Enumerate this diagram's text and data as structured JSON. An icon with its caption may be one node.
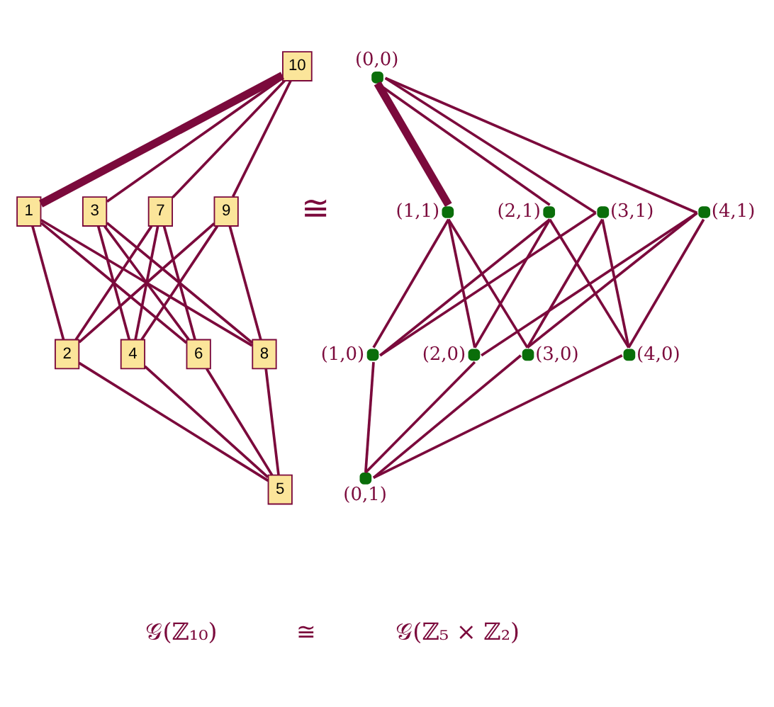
{
  "diagram": {
    "nodes": [
      {
        "text": [
          "10"
        ]
      },
      {
        "text": [
          "1"
        ]
      },
      {
        "text": [
          "3"
        ]
      },
      {
        "text": [
          "7"
        ]
      },
      {
        "text": [
          "9"
        ]
      },
      {
        "text": [
          "2"
        ]
      },
      {
        "text": [
          "4"
        ]
      },
      {
        "text": [
          "6"
        ]
      },
      {
        "text": [
          "8"
        ]
      },
      {
        "text": [
          "5"
        ]
      },
      {
        "text": [],
        "shape": "circle",
        "beside": [
          "(0,0)"
        ]
      },
      {
        "text": [],
        "shape": "circle",
        "beside": [
          "(1,1)"
        ]
      },
      {
        "text": [],
        "shape": "circle",
        "beside": [
          "(2,1)"
        ]
      },
      {
        "text": [],
        "shape": "circle",
        "beside": [
          "(3,1)"
        ]
      },
      {
        "text": [],
        "shape": "circle",
        "beside": [
          "(4,1)"
        ]
      },
      {
        "text": [],
        "shape": "circle",
        "beside": [
          "(1,0)"
        ]
      },
      {
        "text": [],
        "shape": "circle",
        "beside": [
          "(2,0)"
        ]
      },
      {
        "text": [],
        "shape": "circle",
        "beside": [
          "(3,0)"
        ]
      },
      {
        "text": [],
        "shape": "circle",
        "beside": [
          "(4,0)"
        ]
      },
      {
        "text": [],
        "shape": "circle",
        "beside": [
          "(0,1)"
        ]
      }
    ],
    "edges": [
      {
        "from": 0,
        "to": 1,
        "arrow": "none",
        "style": "thick"
      },
      {
        "from": 0,
        "to": 2,
        "arrow": "none"
      },
      {
        "from": 0,
        "to": 3,
        "arrow": "none"
      },
      {
        "from": 0,
        "to": 4,
        "arrow": "none"
      },
      {
        "from": 1,
        "to": 5,
        "arrow": "none"
      },
      {
        "from": 1,
        "to": 7,
        "arrow": "none"
      },
      {
        "from": 1,
        "to": 8,
        "arrow": "none"
      },
      {
        "from": 2,
        "to": 6,
        "arrow": "none"
      },
      {
        "from": 2,
        "to": 7,
        "arrow": "none"
      },
      {
        "from": 2,
        "to": 8,
        "arrow": "none"
      },
      {
        "from": 3,
        "to": 5,
        "arrow": "none"
      },
      {
        "from": 3,
        "to": 6,
        "arrow": "none"
      },
      {
        "from": 3,
        "to": 7,
        "arrow": "none"
      },
      {
        "from": 4,
        "to": 5,
        "arrow": "none"
      },
      {
        "from": 4,
        "to": 6,
        "arrow": "none"
      },
      {
        "from": 4,
        "to": 8,
        "arrow": "none"
      },
      {
        "from": 9,
        "to": 5,
        "arrow": "none"
      },
      {
        "from": 9,
        "to": 6,
        "arrow": "none"
      },
      {
        "from": 9,
        "to": 7,
        "arrow": "none"
      },
      {
        "from": 9,
        "to": 8,
        "arrow": "none"
      },
      {
        "from": 10,
        "to": 11,
        "arrow": "none",
        "style": "thick"
      },
      {
        "from": 10,
        "to": 12,
        "arrow": "none"
      },
      {
        "from": 10,
        "to": 13,
        "arrow": "none"
      },
      {
        "from": 10,
        "to": 14,
        "arrow": "none"
      },
      {
        "from": 11,
        "to": 15,
        "arrow": "none"
      },
      {
        "from": 11,
        "to": 16,
        "arrow": "none"
      },
      {
        "from": 11,
        "to": 17,
        "arrow": "none"
      },
      {
        "from": 12,
        "to": 15,
        "arrow": "none"
      },
      {
        "from": 12,
        "to": 16,
        "arrow": "none"
      },
      {
        "from": 12,
        "to": 18,
        "arrow": "none"
      },
      {
        "from": 13,
        "to": 15,
        "arrow": "none"
      },
      {
        "from": 13,
        "to": 17,
        "arrow": "none"
      },
      {
        "from": 13,
        "to": 18,
        "arrow": "none"
      },
      {
        "from": 14,
        "to": 16,
        "arrow": "none"
      },
      {
        "from": 14,
        "to": 17,
        "arrow": "none"
      },
      {
        "from": 14,
        "to": 18,
        "arrow": "none"
      },
      {
        "from": 19,
        "to": 15,
        "arrow": "none"
      },
      {
        "from": 19,
        "to": 16,
        "arrow": "none"
      },
      {
        "from": 19,
        "to": 17,
        "arrow": "none"
      },
      {
        "from": 19,
        "to": 18,
        "arrow": "none"
      }
    ],
    "labels": [
      "≅",
      "𝒢(ℤ₁₀)",
      "≅",
      "𝒢(ℤ₅ × ℤ₂)"
    ]
  }
}
